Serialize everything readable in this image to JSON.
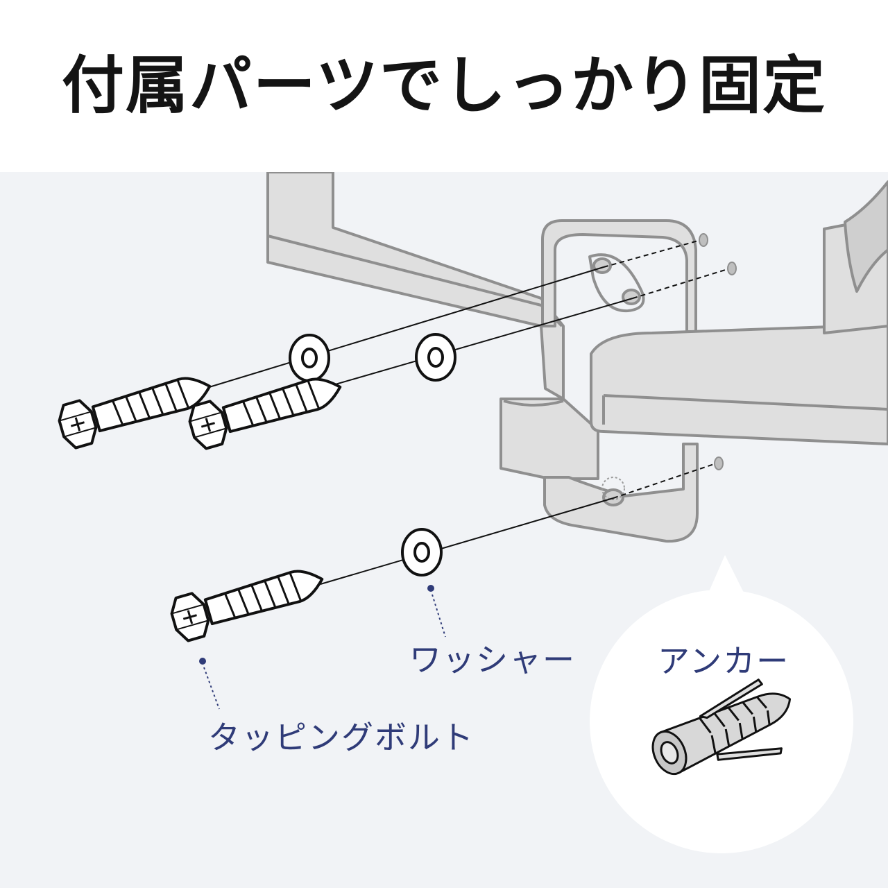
{
  "title": "付属パーツでしっかり固定",
  "labels": {
    "tapping_bolt": "タッピングボルト",
    "washer": "ワッシャー",
    "anchor": "アンカー"
  },
  "colors": {
    "background": "#f1f3f6",
    "header_background": "#ffffff",
    "title_text": "#141414",
    "label_text": "#2f3b78",
    "leader_dot": "#2f3b78",
    "bracket_fill": "#dfdfdf",
    "bracket_stroke": "#8f8f8f",
    "part_stroke": "#111111"
  },
  "icons": {
    "bolt": "tapping-bolt-icon",
    "washer": "washer-icon",
    "anchor": "wall-anchor-icon",
    "mount": "monitor-arm-wall-mount-icon"
  }
}
